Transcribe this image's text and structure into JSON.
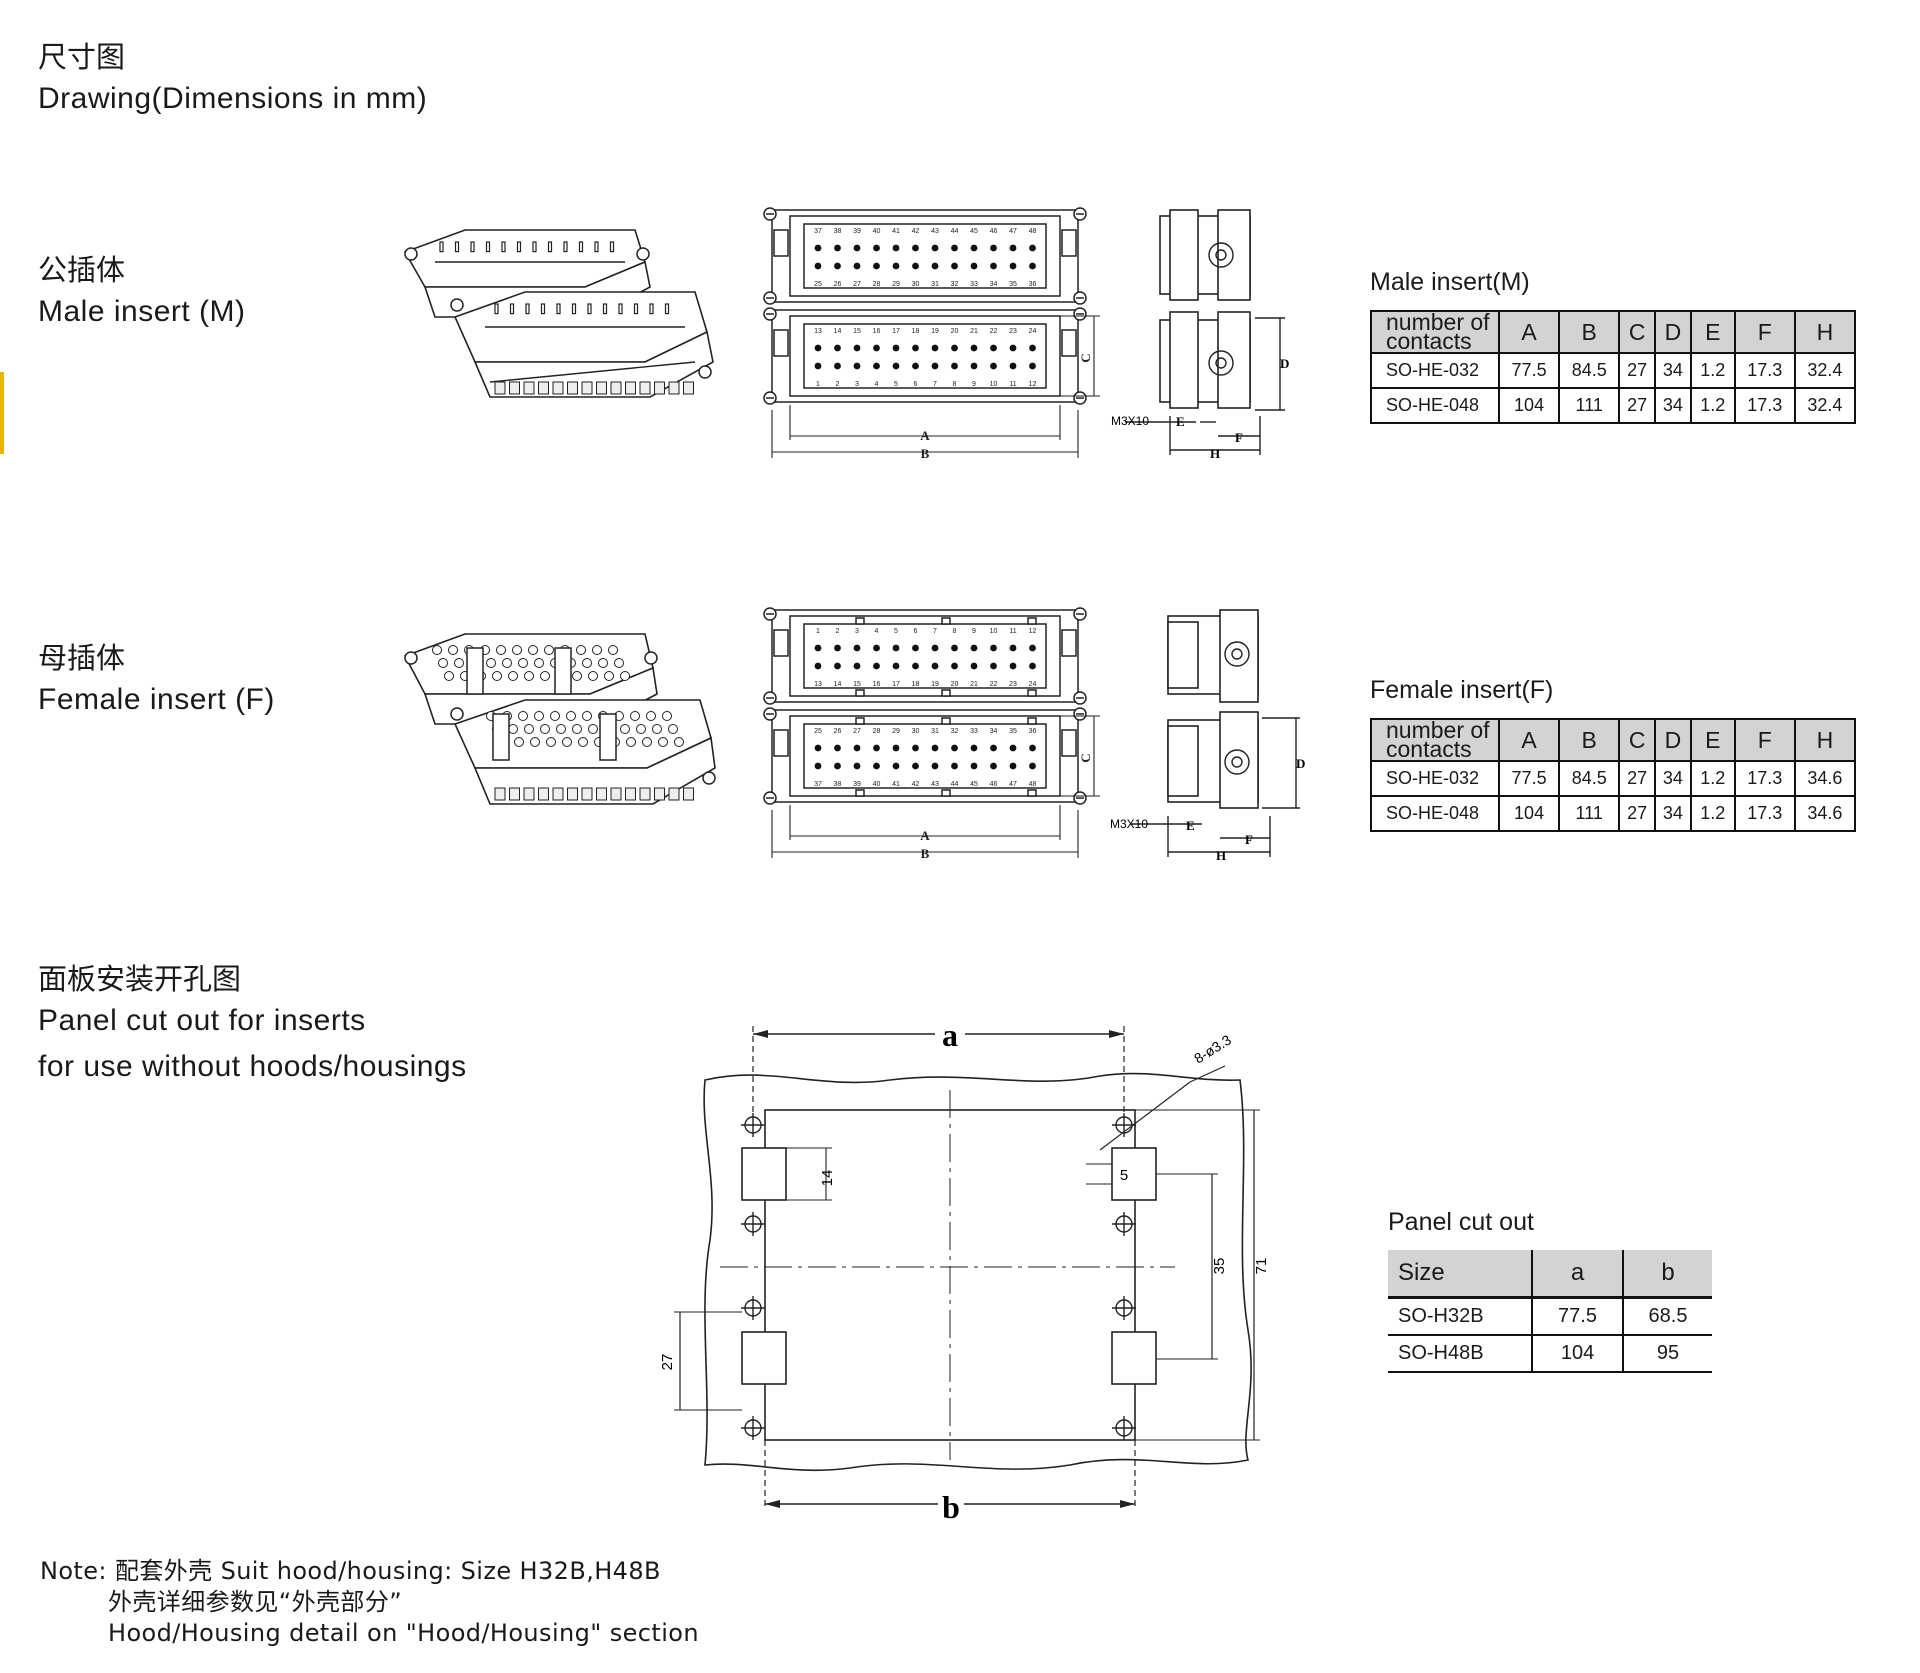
{
  "header": {
    "title_zh": "尺寸图",
    "title_en": "Drawing(Dimensions in mm)"
  },
  "male": {
    "title_zh": "公插体",
    "title_en": "Male insert (M)",
    "table_title": "Male insert(M)",
    "columns": [
      "number of contacts",
      "A",
      "B",
      "C",
      "D",
      "E",
      "F",
      "H"
    ],
    "rows": [
      [
        "SO-HE-032",
        "77.5",
        "84.5",
        "27",
        "34",
        "1.2",
        "17.3",
        "32.4"
      ],
      [
        "SO-HE-048",
        "104",
        "111",
        "27",
        "34",
        "1.2",
        "17.3",
        "32.4"
      ]
    ],
    "pin_top": [
      "37",
      "38",
      "39",
      "40",
      "41",
      "42",
      "43",
      "44",
      "45",
      "46",
      "47",
      "48"
    ],
    "pin_mid_a": [
      "25",
      "26",
      "27",
      "28",
      "29",
      "30",
      "31",
      "32",
      "33",
      "34",
      "35",
      "36"
    ],
    "pin_mid_b": [
      "13",
      "14",
      "15",
      "16",
      "17",
      "18",
      "19",
      "20",
      "21",
      "22",
      "23",
      "24"
    ],
    "pin_bottom": [
      "1",
      "2",
      "3",
      "4",
      "5",
      "6",
      "7",
      "8",
      "9",
      "10",
      "11",
      "12"
    ]
  },
  "female": {
    "title_zh": "母插体",
    "title_en": "Female insert (F)",
    "table_title": "Female insert(F)",
    "columns": [
      "number of contacts",
      "A",
      "B",
      "C",
      "D",
      "E",
      "F",
      "H"
    ],
    "rows": [
      [
        "SO-HE-032",
        "77.5",
        "84.5",
        "27",
        "34",
        "1.2",
        "17.3",
        "34.6"
      ],
      [
        "SO-HE-048",
        "104",
        "111",
        "27",
        "34",
        "1.2",
        "17.3",
        "34.6"
      ]
    ],
    "pin_top": [
      "1",
      "2",
      "3",
      "4",
      "5",
      "6",
      "7",
      "8",
      "9",
      "10",
      "11",
      "12"
    ],
    "pin_mid_a": [
      "13",
      "14",
      "15",
      "16",
      "17",
      "18",
      "19",
      "20",
      "21",
      "22",
      "23",
      "24"
    ],
    "pin_mid_b": [
      "25",
      "26",
      "27",
      "28",
      "29",
      "30",
      "31",
      "32",
      "33",
      "34",
      "35",
      "36"
    ],
    "pin_bottom": [
      "37",
      "38",
      "39",
      "40",
      "41",
      "42",
      "43",
      "44",
      "45",
      "46",
      "47",
      "48"
    ]
  },
  "drawing_labels": {
    "A": "A",
    "B": "B",
    "C": "C",
    "D": "D",
    "E": "E",
    "F": "F",
    "H": "H",
    "screw": "M3X10"
  },
  "panel": {
    "title_zh": "面板安装开孔图",
    "title_en_1": "Panel cut out for inserts",
    "title_en_2": "for use without hoods/housings",
    "table_title": "Panel cut out",
    "columns": [
      "Size",
      "a",
      "b"
    ],
    "rows": [
      [
        "SO-H32B",
        "77.5",
        "68.5"
      ],
      [
        "SO-H48B",
        "104",
        "95"
      ]
    ],
    "dim_a": "a",
    "dim_b": "b",
    "dim_14": "14",
    "dim_5": "5",
    "dim_35": "35",
    "dim_71": "71",
    "dim_27": "27",
    "dim_hole": "8-ø3.3"
  },
  "note": {
    "prefix": "Note:",
    "line1": "配套外壳 Suit hood/housing: Size H32B,H48B",
    "line2": "外壳详细参数见“外壳部分”",
    "line3": "Hood/Housing detail on \"Hood/Housing\" section"
  }
}
